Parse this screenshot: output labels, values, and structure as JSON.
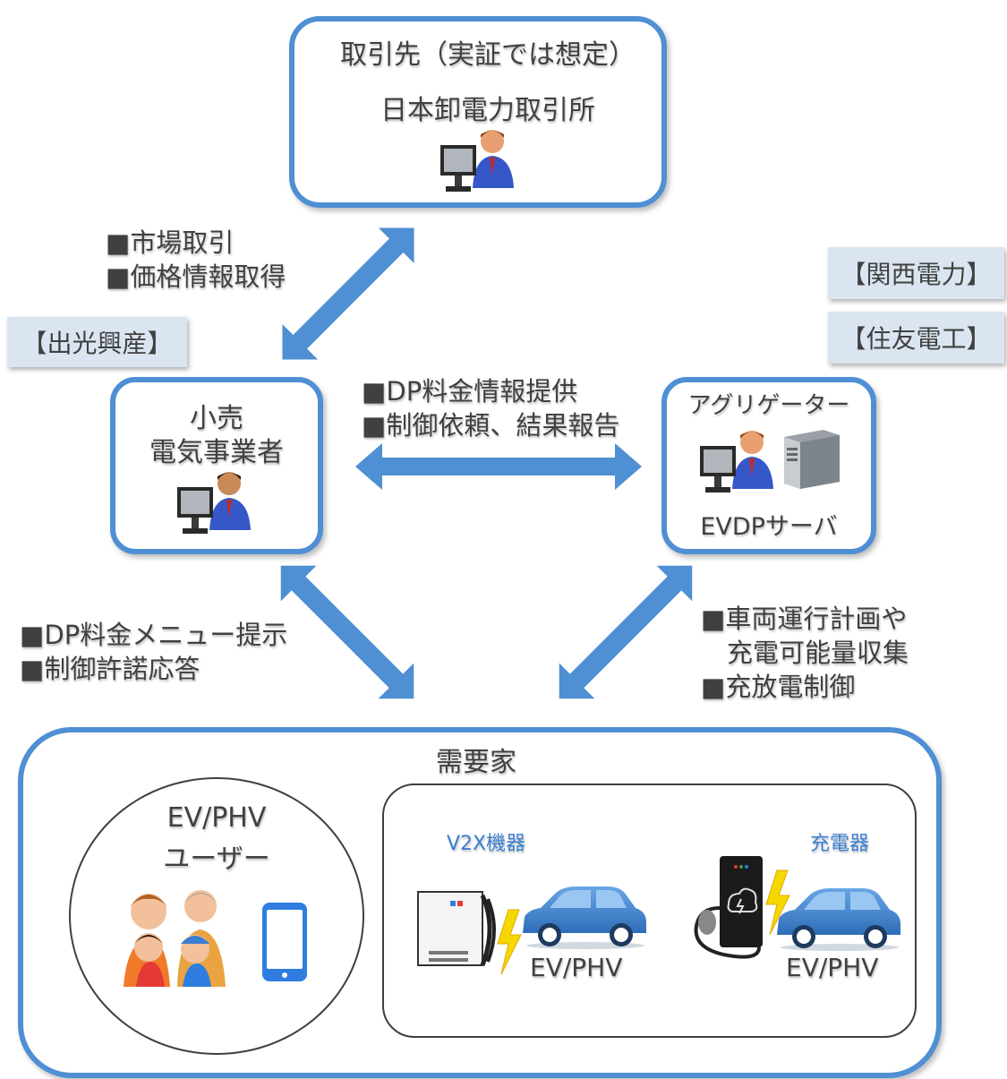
{
  "exchange": {
    "title": "取引先（実証では想定）",
    "name": "日本卸電力取引所"
  },
  "labels": {
    "kansai": "【関西電力】",
    "sumitomo": "【住友電工】",
    "idemitsu": "【出光興産】"
  },
  "retailer": {
    "line1": "小売",
    "line2": "電気事業者"
  },
  "aggregator": {
    "title": "アグリゲーター",
    "server": "EVDPサーバ"
  },
  "notes": {
    "market": [
      "■市場取引",
      "■価格情報取得"
    ],
    "center": [
      "■DP料金情報提供",
      "■制御依頼、結果報告"
    ],
    "left": [
      "■DP料金メニュー提示",
      "■制御許諾応答"
    ],
    "right": [
      "■車両運行計画や",
      "　充電可能量収集",
      "■充放電制御"
    ]
  },
  "consumer": {
    "title": "需要家",
    "user": {
      "line1": "EV/PHV",
      "line2": "ユーザー"
    },
    "v2x_label": "V2X機器",
    "charger_label": "充電器",
    "car1_label": "EV/PHV",
    "car2_label": "EV/PHV"
  },
  "colors": {
    "accent": "#4f8fd3",
    "tag_bg": "#dbe5f1",
    "car": "#3e86d2",
    "bolt": "#f5d800"
  }
}
